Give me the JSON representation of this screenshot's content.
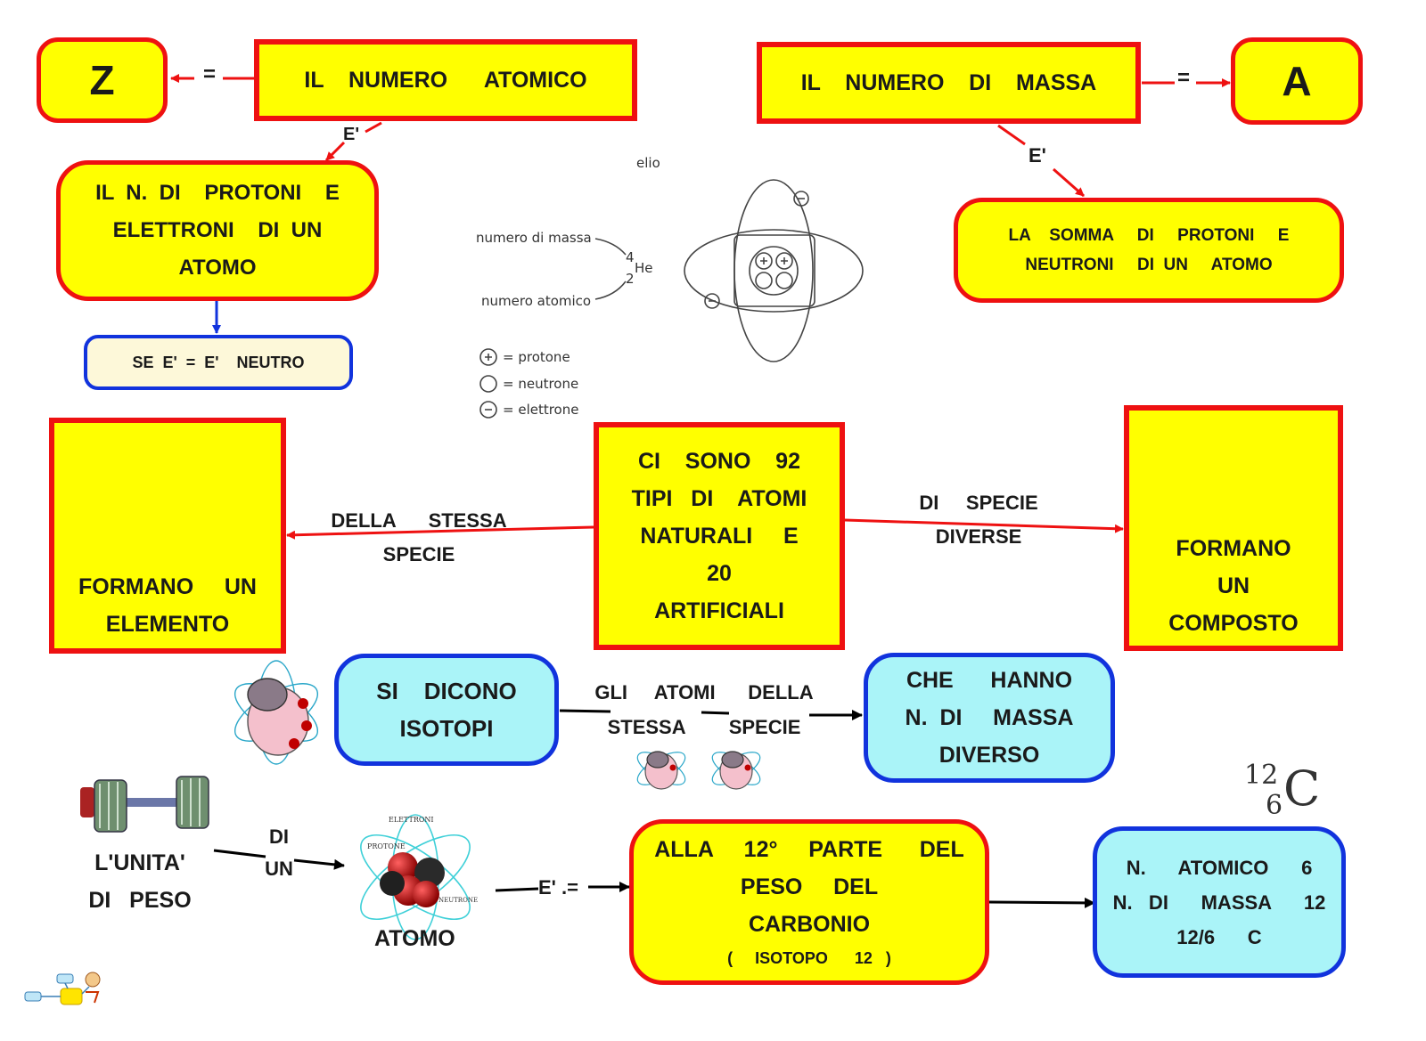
{
  "z_box": {
    "letter": "Z",
    "eq": "="
  },
  "atomic_number_box": {
    "text": "IL    NUMERO      ATOMICO",
    "edge": "E'"
  },
  "protons_box": {
    "lines": [
      "IL  N.  DI    PROTONI    E",
      "ELETTRONI    DI  UN",
      "ATOMO"
    ]
  },
  "neutral_box": {
    "text": "SE  E'  =  E'    NEUTRO"
  },
  "mass_number_box": {
    "text": "IL    NUMERO    DI    MASSA",
    "edge": "E'",
    "eq": "="
  },
  "a_box": {
    "letter": "A"
  },
  "sum_box": {
    "lines": [
      "LA    SOMMA     DI     PROTONI     E",
      "NEUTRONI     DI  UN     ATOMO"
    ]
  },
  "helium_sketch": {
    "title": "elio",
    "mass_label": "numero di massa",
    "atomic_label": "numero atomico",
    "symbol": "He",
    "mass_value": "4",
    "atomic_value": "2",
    "legend": [
      "= protone",
      "= neutrone",
      "= elettrone"
    ]
  },
  "center_box": {
    "lines": [
      "CI    SONO    92",
      "TIPI   DI    ATOMI",
      "NATURALI     E",
      "20",
      "ARTIFICIALI"
    ]
  },
  "left_link": {
    "lines": [
      "DELLA      STESSA",
      "SPECIE"
    ]
  },
  "right_link": {
    "lines": [
      "DI     SPECIE",
      "DIVERSE"
    ]
  },
  "element_box": {
    "lines": [
      "FORMANO     UN",
      "ELEMENTO"
    ]
  },
  "compound_box": {
    "lines": [
      "FORMANO",
      "UN",
      "COMPOSTO"
    ]
  },
  "isotopes_box": {
    "lines": [
      "SI    DICONO",
      "ISOTOPI"
    ]
  },
  "isotope_link": {
    "lines": [
      "GLI     ATOMI      DELLA",
      "STESSA        SPECIE"
    ]
  },
  "mass_diff_box": {
    "lines": [
      "CHE      HANNO",
      "N.  DI     MASSA",
      "DIVERSO"
    ]
  },
  "unit_label": {
    "lines": [
      "L'UNITA'",
      "DI   PESO"
    ]
  },
  "unit_link": {
    "lines": [
      "DI",
      "UN"
    ]
  },
  "atom_label": {
    "text": "ATOMO"
  },
  "atom_sketch": {
    "electrons": "ELETTRONI",
    "protons": "PROTONE",
    "neutrons": "NEUTRONE"
  },
  "carbon_link": {
    "text": "E' .="
  },
  "carbon_box": {
    "lines": [
      "ALLA     12°     PARTE      DEL",
      "PESO     DEL",
      "CARBONIO"
    ],
    "sub": "(     ISOTOPO      12   )"
  },
  "carbon_result_box": {
    "lines": [
      "N.      ATOMICO      6",
      "N.   DI      MASSA      12",
      "12/6      C"
    ]
  },
  "carbon_symbol": {
    "mass": "12",
    "atomic": "6",
    "symbol": "C"
  },
  "colors": {
    "box_fill": "#ffff00",
    "box_border": "#ee1111",
    "cyan_fill": "#aaf4f8",
    "blue_border": "#1133dd"
  }
}
